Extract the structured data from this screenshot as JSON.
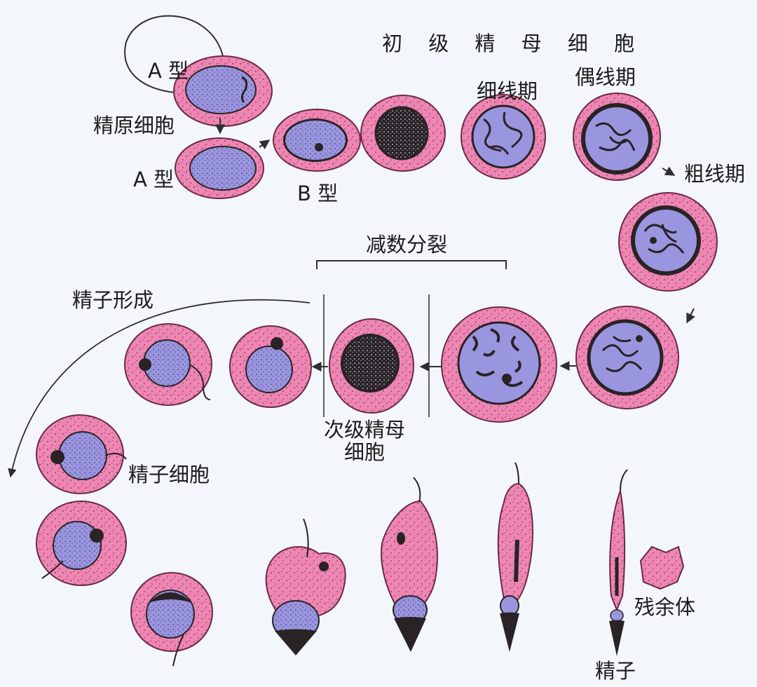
{
  "labels": {
    "primary_spermatocyte": "初 级 精 母 细 胞",
    "spermatogonium": "精原细胞",
    "type_a_top": "A 型",
    "type_a_bottom": "A 型",
    "type_b": "B 型",
    "leptotene": "细线期",
    "zygotene": "偶线期",
    "pachytene": "粗线期",
    "meiosis": "减数分裂",
    "spermiogenesis": "精子形成",
    "secondary_spermatocyte_line1": "次级精母",
    "secondary_spermatocyte_line2": "细胞",
    "spermatid": "精子细胞",
    "residual_body": "残余体",
    "spermatozoon": "精子"
  },
  "colors": {
    "background": "#f3f6fb",
    "cytoplasm": "#ee86b4",
    "cytoplasm_outline": "#6a2b47",
    "nucleus": "#9a95df",
    "chromatin": "#2a2326",
    "line": "#2f2f2f"
  }
}
